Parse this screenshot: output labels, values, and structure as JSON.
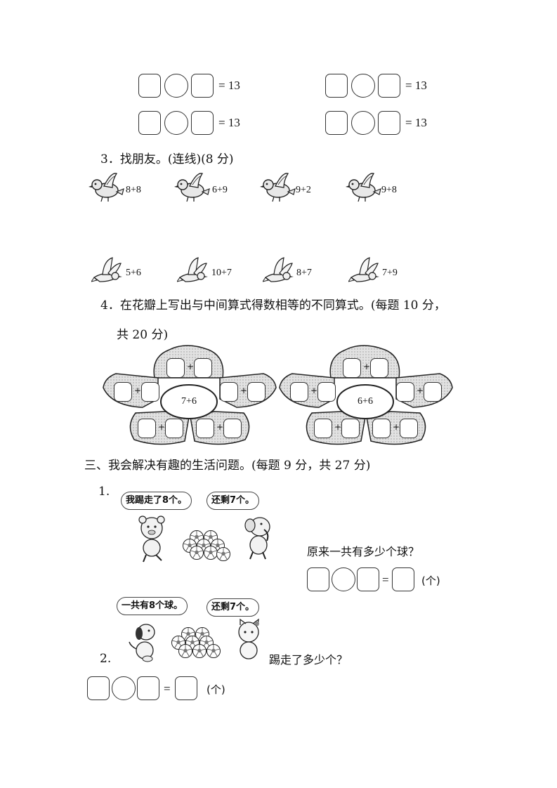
{
  "top_equations": {
    "rhs": "= 13"
  },
  "q3": {
    "heading": "3．找朋友。(连线)(8 分)",
    "top_birds": [
      "8+8",
      "6+9",
      "9+2",
      "9+8"
    ],
    "bottom_birds": [
      "5+6",
      "10+7",
      "8+7",
      "7+9"
    ]
  },
  "q4": {
    "heading_line1": "4．在花瓣上写出与中间算式得数相等的不同算式。(每题 10 分，",
    "heading_line2": "共 20 分)",
    "plus": "+",
    "flower1_center": "7+6",
    "flower2_center": "6+6"
  },
  "section3": {
    "heading": "三、我会解决有趣的生活问题。(每题 9 分，共 27 分)",
    "p1": {
      "number": "1.",
      "bubble_left": "我踢走了8个。",
      "bubble_right": "还剩7个。",
      "question": "原来一共有多少个球？",
      "eq_sign": "=",
      "unit": "(个)"
    },
    "p2": {
      "number": "2.",
      "bubble_left": "一共有8个球。",
      "bubble_right": "还剩7个。",
      "question": "踢走了多少个？",
      "eq_sign": "=",
      "unit": "(个)"
    }
  },
  "colors": {
    "petal_fill": "#d9d9d9",
    "line": "#222222"
  },
  "icons": [
    "sitting-bird-icon",
    "flying-bird-icon",
    "bear-icon",
    "elephant-icon",
    "dog-icon",
    "cat-icon",
    "soccer-ball-icon"
  ]
}
